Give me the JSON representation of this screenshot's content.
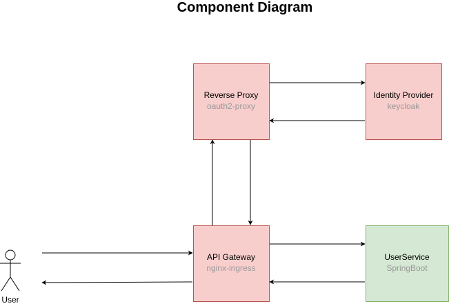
{
  "title": "Component Diagram",
  "colors": {
    "red_fill": "#f8cecc",
    "red_stroke": "#b85450",
    "green_fill": "#d5e8d4",
    "green_stroke": "#82b366",
    "tech_text": "#999999"
  },
  "nodes": {
    "reverse_proxy": {
      "name": "Reverse Proxy",
      "tech": "oauth2-proxy",
      "color": "red"
    },
    "identity_provider": {
      "name": "Identity Provider",
      "tech": "keycloak",
      "color": "red"
    },
    "api_gateway": {
      "name": "API Gateway",
      "tech": "nginx-ingress",
      "color": "red"
    },
    "user_service": {
      "name": "UserService",
      "tech": "SpringBoot",
      "color": "green"
    }
  },
  "actor": {
    "label": "User",
    "icon": "stick-figure-icon"
  },
  "edges": [
    {
      "from": "user",
      "to": "api_gateway"
    },
    {
      "from": "api_gateway",
      "to": "user"
    },
    {
      "from": "api_gateway",
      "to": "reverse_proxy"
    },
    {
      "from": "reverse_proxy",
      "to": "api_gateway"
    },
    {
      "from": "reverse_proxy",
      "to": "identity_provider"
    },
    {
      "from": "identity_provider",
      "to": "reverse_proxy"
    },
    {
      "from": "api_gateway",
      "to": "user_service"
    },
    {
      "from": "user_service",
      "to": "api_gateway"
    }
  ]
}
